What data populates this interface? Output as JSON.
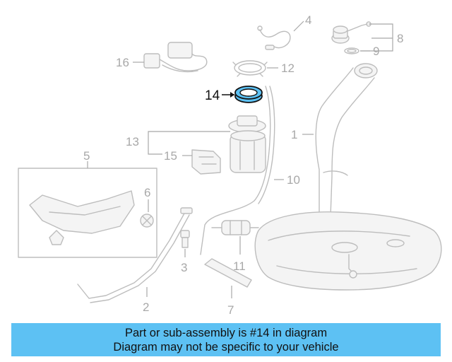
{
  "colors": {
    "banner_bg": "#5dc1f3",
    "highlight_part": "#5dc1f3",
    "line_art": "#bdbdbd",
    "callout_text": "#a8a8a8"
  },
  "diagram": {
    "highlighted_callout": "14",
    "callouts": {
      "c1": "1",
      "c2": "2",
      "c3": "3",
      "c4": "4",
      "c5": "5",
      "c6": "6",
      "c7": "7",
      "c8": "8",
      "c9": "9",
      "c10": "10",
      "c11": "11",
      "c12": "12",
      "c13": "13",
      "c15": "15",
      "c16": "16"
    }
  },
  "banner": {
    "line1": "Part or sub-assembly is #14 in diagram",
    "line2": "Diagram may not be specific to your vehicle"
  }
}
